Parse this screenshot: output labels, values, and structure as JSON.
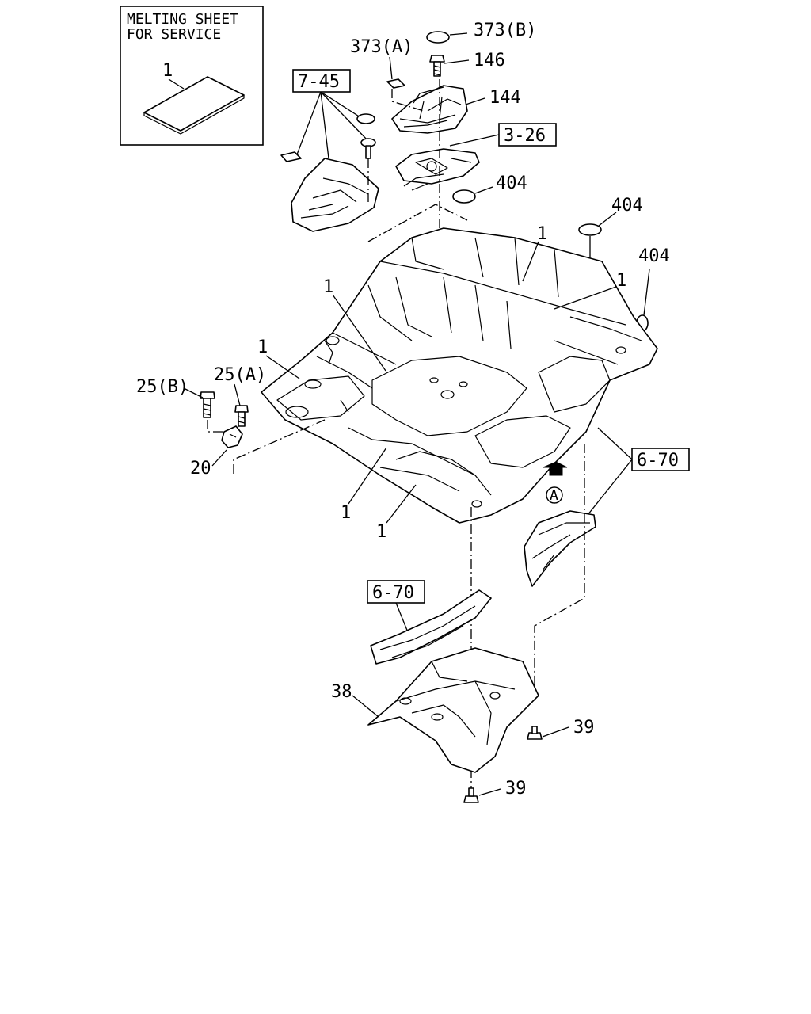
{
  "melting_sheet_box": {
    "title_line1": "MELTING SHEET",
    "title_line2": "FOR SERVICE",
    "part_no": "1"
  },
  "labels": {
    "p373b": "373(B)",
    "p373a": "373(A)",
    "p146": "146",
    "p144": "144",
    "ref_3_26": "3-26",
    "ref_7_45": "7-45",
    "p404_a": "404",
    "p404_b": "404",
    "p404_c": "404",
    "p1_a": "1",
    "p1_b": "1",
    "p1_c": "1",
    "p1_d": "1",
    "p1_e": "1",
    "p1_f": "1",
    "p25b": "25(B)",
    "p25a": "25(A)",
    "p20": "20",
    "ref_6_70_a": "6-70",
    "ref_6_70_b": "6-70",
    "view_a": "A",
    "p38": "38",
    "p39_a": "39",
    "p39_b": "39"
  }
}
